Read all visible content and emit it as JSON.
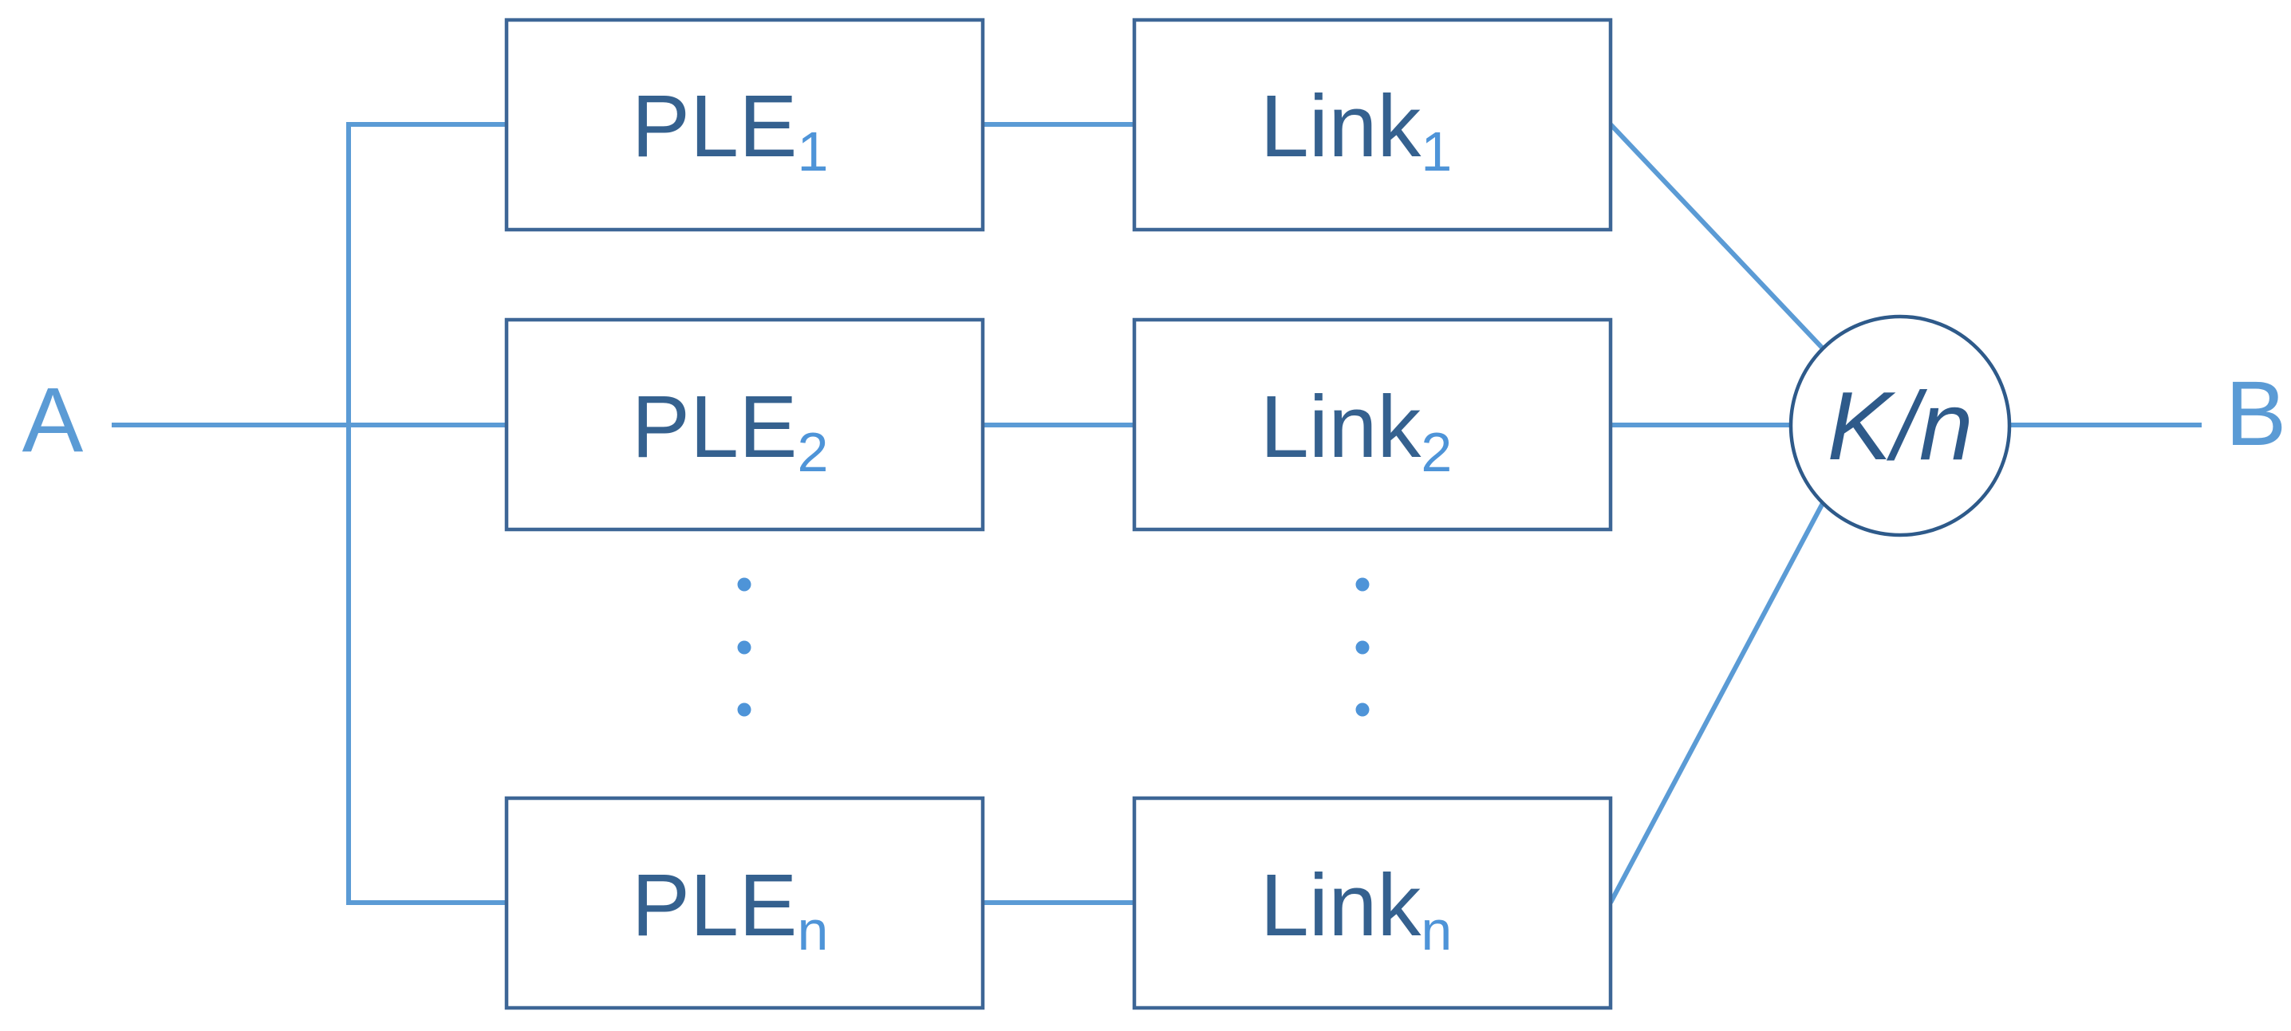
{
  "figure": {
    "description": "Reliability block diagram: n parallel PLE-Link chains from node A voted K/n to node B",
    "input_label": "A",
    "output_label": "B",
    "voter_label": "K/n",
    "ple_nodes": [
      {
        "base": "PLE",
        "sub": "1"
      },
      {
        "base": "PLE",
        "sub": "2"
      },
      {
        "base": "PLE",
        "sub": "n"
      }
    ],
    "link_nodes": [
      {
        "base": "Link",
        "sub": "1"
      },
      {
        "base": "Link",
        "sub": "2"
      },
      {
        "base": "Link",
        "sub": "n"
      }
    ],
    "ellipsis_dots_per_column": 3,
    "colors": {
      "line": "#5B9BD5",
      "box_border": "#3D6696",
      "box_text": "#35618F",
      "subscript_text": "#4E94D8",
      "endpoint_label": "#5B9BD5",
      "voter": "#2E5A8A",
      "dots": "#4E94D8",
      "background": "#FFFFFF"
    }
  }
}
